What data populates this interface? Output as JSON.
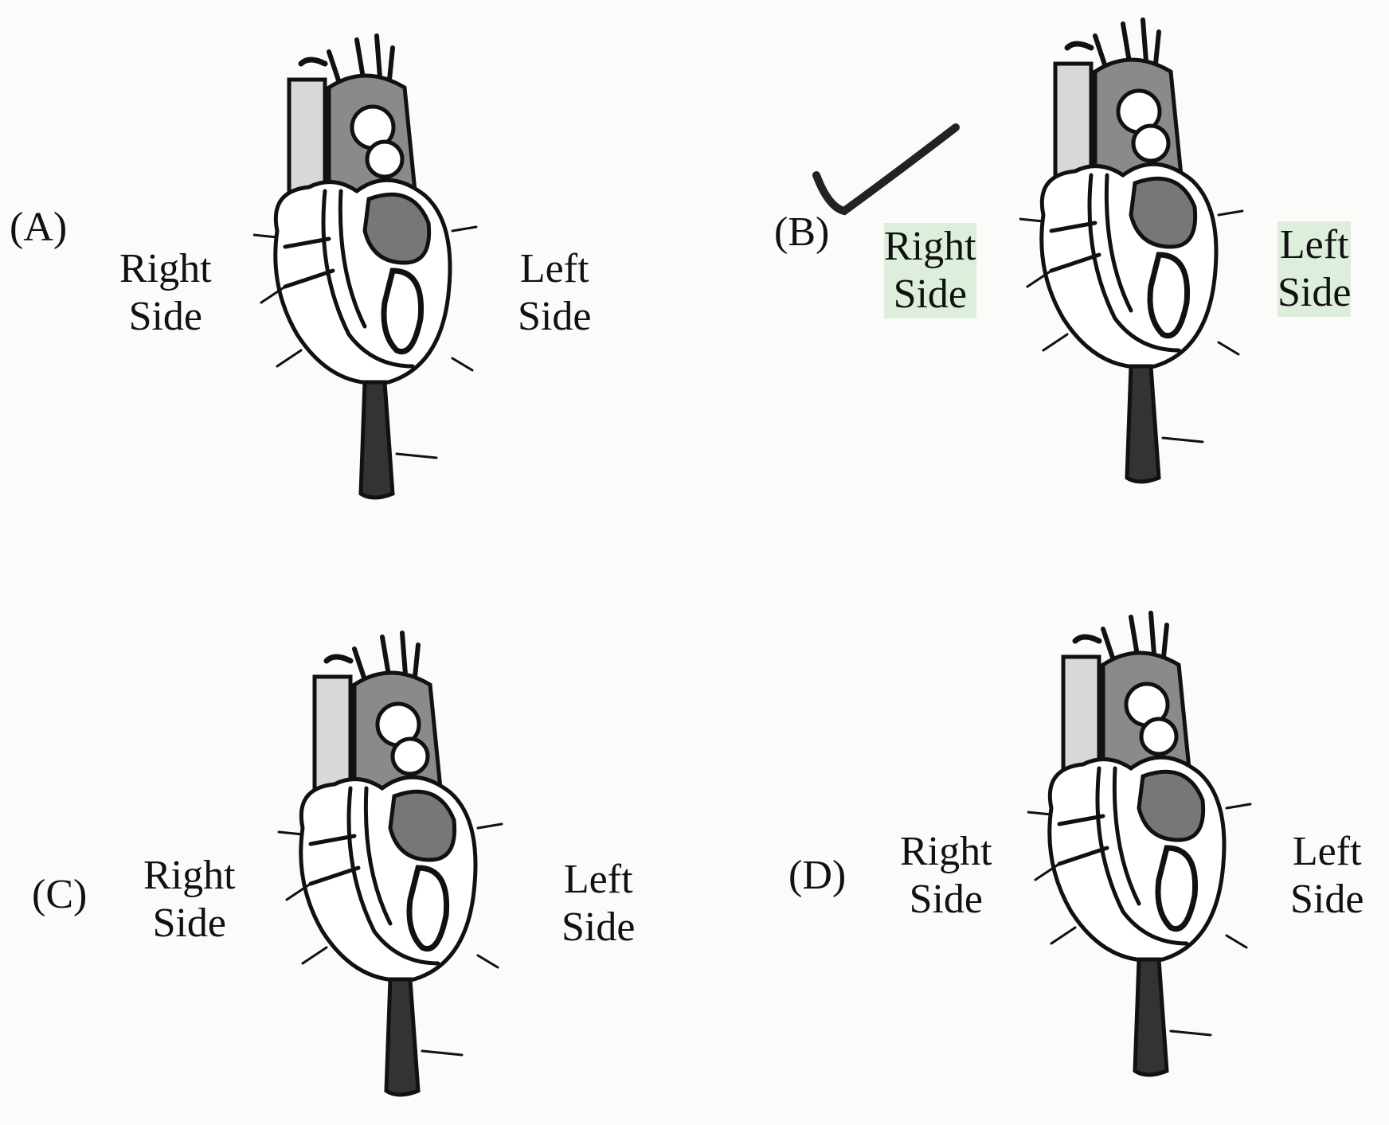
{
  "options": [
    {
      "letter": "(A)",
      "right_side": [
        "Right",
        "Side"
      ],
      "left_side": [
        "Left",
        "Side"
      ]
    },
    {
      "letter": "(B)",
      "right_side": [
        "Right",
        "Side"
      ],
      "left_side": [
        "Left",
        "Side"
      ],
      "marked_correct": true
    },
    {
      "letter": "(C)",
      "right_side": [
        "Right",
        "Side"
      ],
      "left_side": [
        "Left",
        "Side"
      ]
    },
    {
      "letter": "(D)",
      "right_side": [
        "Right",
        "Side"
      ],
      "left_side": [
        "Left",
        "Side"
      ]
    }
  ],
  "icons": {
    "heart": "heart-diagram-icon",
    "tick": "checkmark-icon"
  }
}
